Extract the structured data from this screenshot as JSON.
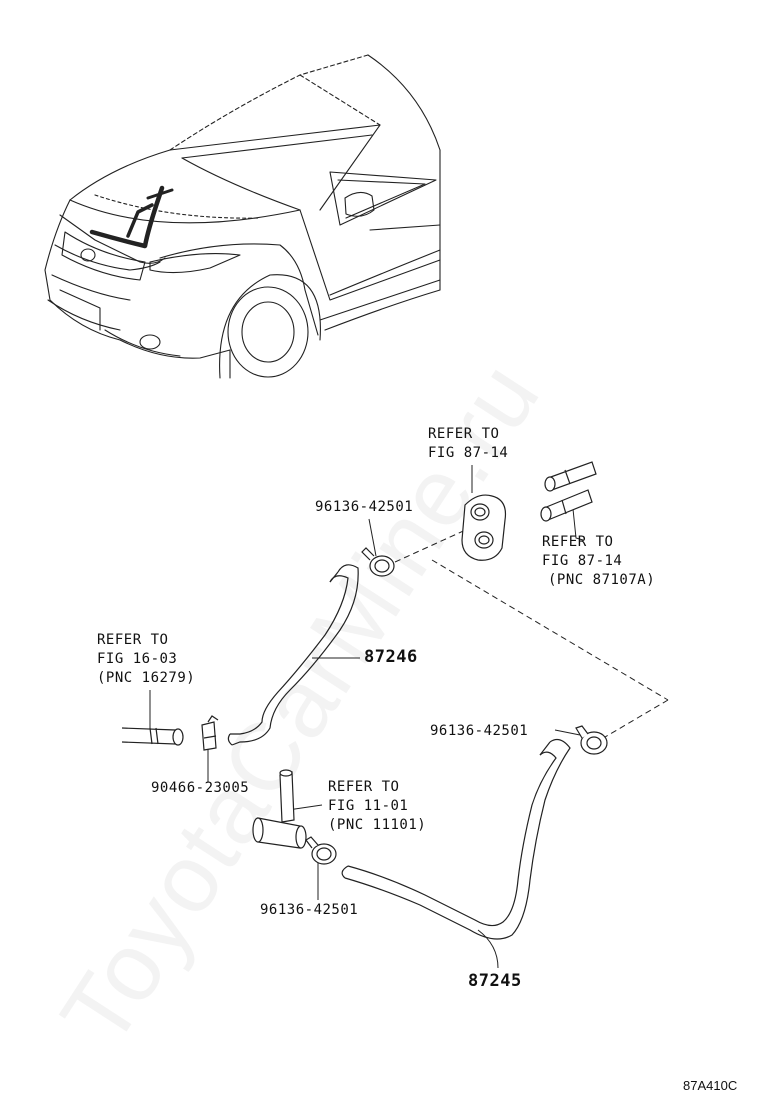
{
  "watermark": "ToyotaCarMine.ru",
  "diagram_code": "87A410C",
  "parts": {
    "clamp_top": "96136-42501",
    "hose_upper": "87246",
    "clip": "90466-23005",
    "clamp_mid": "96136-42501",
    "clamp_bottom": "96136-42501",
    "hose_lower": "87245"
  },
  "refs": {
    "grommet": {
      "line1": "REFER TO",
      "line2": "FIG 87-14"
    },
    "pipes": {
      "line1": "REFER TO",
      "line2": "FIG 87-14",
      "line3": "(PNC 87107A)"
    },
    "left_pipe": {
      "line1": "REFER TO",
      "line2": "FIG 16-03",
      "line3": "(PNC 16279)"
    },
    "engine_fitting": {
      "line1": "REFER TO",
      "line2": "FIG 11-01",
      "line3": "(PNC 11101)"
    }
  }
}
